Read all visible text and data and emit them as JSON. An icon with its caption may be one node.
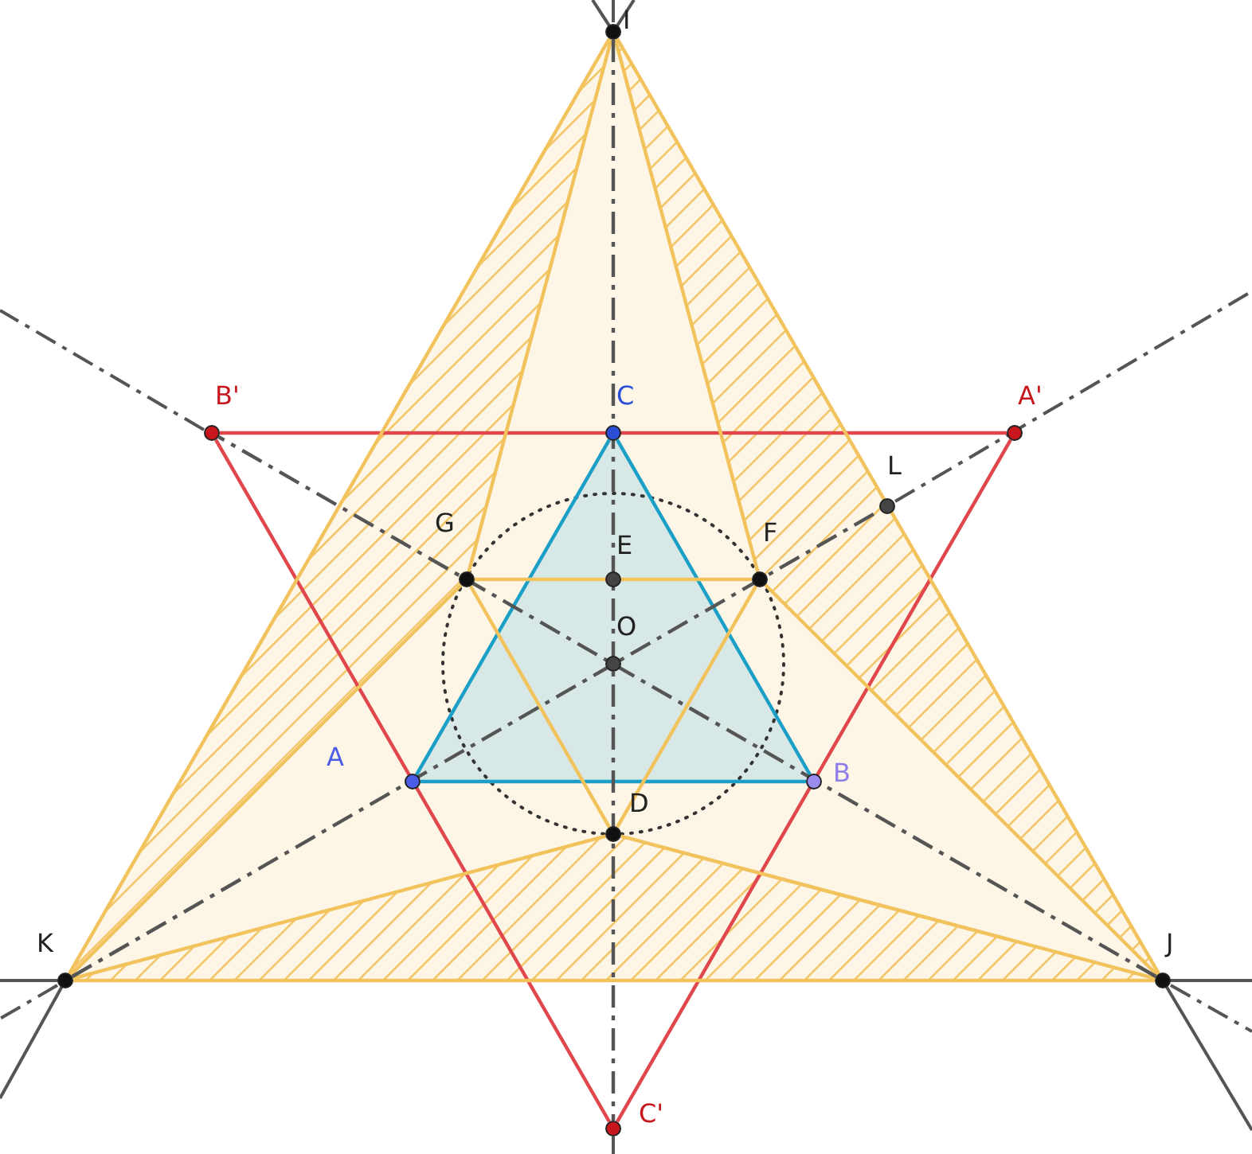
{
  "diagram": {
    "nodes": [
      {
        "text": [
          "I"
        ]
      },
      {
        "text": [
          "C"
        ]
      },
      {
        "text": [
          "B'"
        ]
      },
      {
        "text": [
          "A'"
        ]
      },
      {
        "text": [
          "L"
        ]
      },
      {
        "text": [
          "G"
        ]
      },
      {
        "text": [
          "E"
        ]
      },
      {
        "text": [
          "F"
        ]
      },
      {
        "text": [
          "O"
        ]
      },
      {
        "text": [
          "A"
        ]
      },
      {
        "text": [
          "B"
        ]
      },
      {
        "text": [
          "D"
        ]
      },
      {
        "text": [
          "K"
        ]
      },
      {
        "text": [
          "J"
        ]
      },
      {
        "text": [
          "C'"
        ]
      }
    ],
    "edges": [
      {
        "from": 9,
        "to": 10,
        "arrow": "none",
        "color": "#1b9fc6"
      },
      {
        "from": 10,
        "to": 1,
        "arrow": "none",
        "color": "#1b9fc6"
      },
      {
        "from": 1,
        "to": 9,
        "arrow": "none",
        "color": "#1b9fc6"
      },
      {
        "from": 2,
        "to": 3,
        "arrow": "none",
        "color": "#e0474c"
      },
      {
        "from": 3,
        "to": 14,
        "arrow": "none",
        "color": "#e0474c"
      },
      {
        "from": 14,
        "to": 2,
        "arrow": "none",
        "color": "#e0474c"
      },
      {
        "from": 0,
        "to": 13,
        "arrow": "none"
      },
      {
        "from": 13,
        "to": 12,
        "arrow": "none"
      },
      {
        "from": 12,
        "to": 0,
        "arrow": "none"
      },
      {
        "from": 0,
        "to": 5,
        "arrow": "none"
      },
      {
        "from": 5,
        "to": 12,
        "arrow": "none"
      },
      {
        "from": 0,
        "to": 7,
        "arrow": "none"
      },
      {
        "from": 7,
        "to": 13,
        "arrow": "none"
      },
      {
        "from": 12,
        "to": 11,
        "arrow": "none"
      },
      {
        "from": 11,
        "to": 13,
        "arrow": "none"
      },
      {
        "from": 5,
        "to": 7,
        "arrow": "none"
      },
      {
        "from": 7,
        "to": 11,
        "arrow": "none"
      },
      {
        "from": 11,
        "to": 5,
        "arrow": "none"
      },
      {
        "from": 0,
        "to": 14,
        "arrow": "none",
        "style": "dashed",
        "color": "#555555"
      },
      {
        "from": 12,
        "to": 4,
        "arrow": "none",
        "style": "dashed",
        "color": "#555555"
      },
      {
        "from": 13,
        "to": 2,
        "arrow": "none",
        "style": "dashed",
        "color": "#555555"
      }
    ]
  }
}
